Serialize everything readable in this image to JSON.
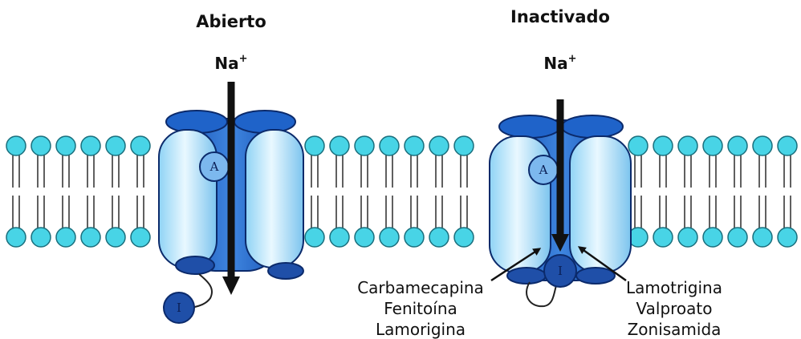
{
  "states": {
    "open": {
      "title": "Abierto",
      "ion": "Na",
      "ion_charge": "+"
    },
    "inactivated": {
      "title": "Inactivado",
      "ion": "Na",
      "ion_charge": "+"
    }
  },
  "sites": {
    "a": "A",
    "i": "I"
  },
  "drugs": {
    "left": [
      "Carbamecapina",
      "Fenitoína",
      "Lamorigina"
    ],
    "right": [
      "Lamotrigina",
      "Valproato",
      "Zonisamida"
    ]
  },
  "colors": {
    "lipid_head": "#48d4e6",
    "lipid_outline": "#1a6f7d",
    "channel_dark": "#1f63c9",
    "channel_light": "#cdeefd",
    "channel_outline": "#0b2a6b",
    "site_a": "#7cb8ee",
    "arrow": "#111111"
  }
}
